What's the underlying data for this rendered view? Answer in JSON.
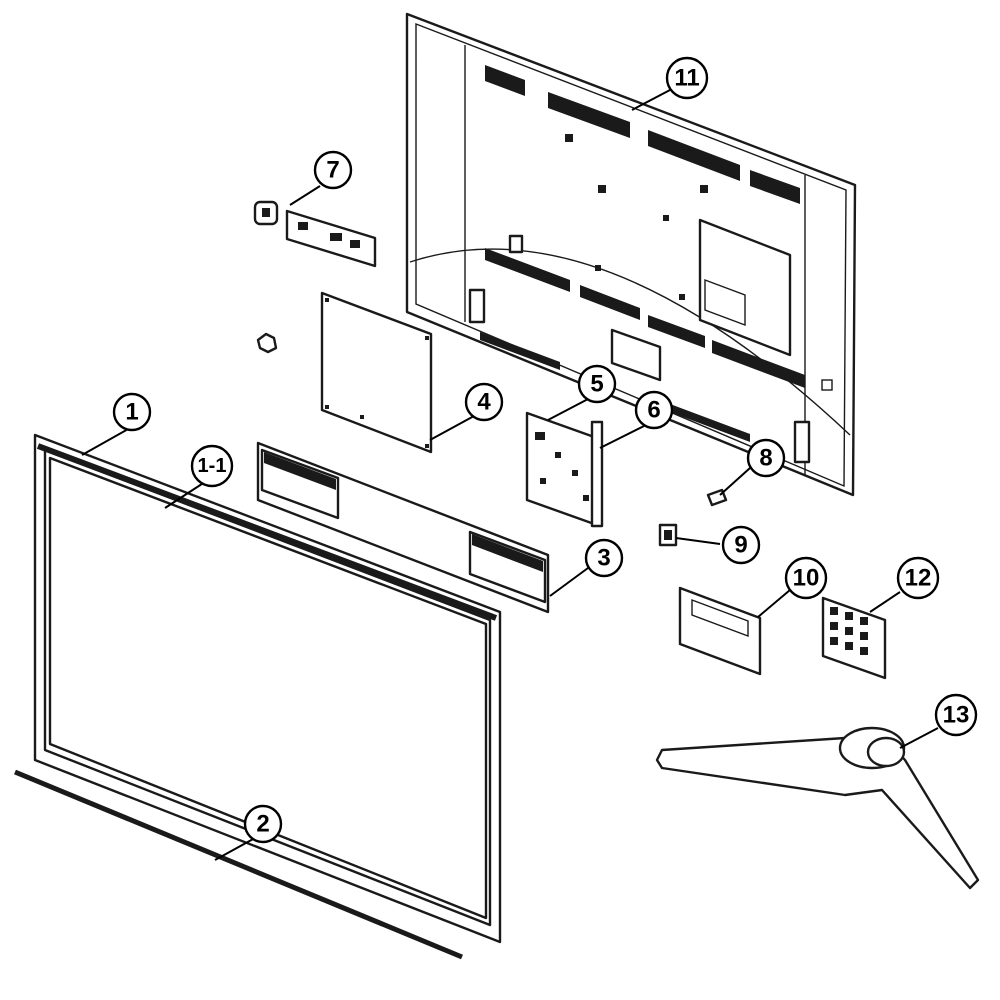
{
  "callouts": {
    "c1": "1",
    "c1_1": "1-1",
    "c2": "2",
    "c3": "3",
    "c4": "4",
    "c5": "5",
    "c6": "6",
    "c7": "7",
    "c8": "8",
    "c9": "9",
    "c10": "10",
    "c11": "11",
    "c12": "12",
    "c13": "13"
  },
  "colors": {
    "line": "#1a1a1a",
    "background": "#ffffff"
  }
}
